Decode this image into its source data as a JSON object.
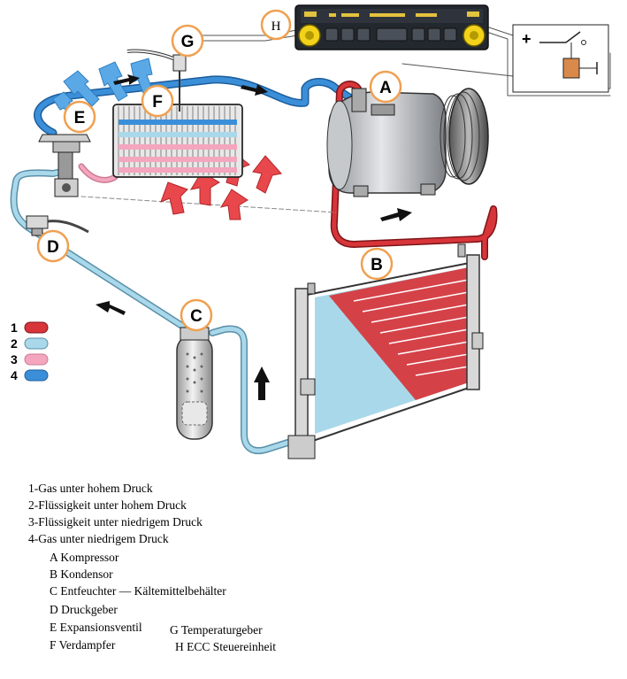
{
  "markers": {
    "A": "A",
    "B": "B",
    "C": "C",
    "D": "D",
    "E": "E",
    "F": "F",
    "G": "G",
    "H": "H"
  },
  "colors": {
    "gas_high_pressure": "#d8353a",
    "liquid_high_pressure": "#a9d8ea",
    "liquid_low_pressure": "#f4a6be",
    "gas_low_pressure": "#3b8fd8",
    "marker_ring": "#f0a050",
    "control_panel": "#23272e",
    "control_knob": "#f2d21a"
  },
  "legend_keys": [
    "1",
    "2",
    "3",
    "4"
  ],
  "legend": {
    "items": [
      "1-Gas unter hohem Druck",
      "2-Flüssigkeit unter hohem Druck",
      "3-Flüssigkeit unter niedrigem Druck",
      "4-Gas unter niedrigem Druck"
    ],
    "components": [
      "A Kompressor",
      "B Kondensor",
      "C Entfeuchter — Kältemittelbehälter",
      "D Druckgeber",
      "E Expansionsventil",
      "F Verdampfer",
      "G Temperaturgeber",
      "H ECC Steuereinheit"
    ]
  },
  "switch_box": {
    "plus": "+"
  }
}
